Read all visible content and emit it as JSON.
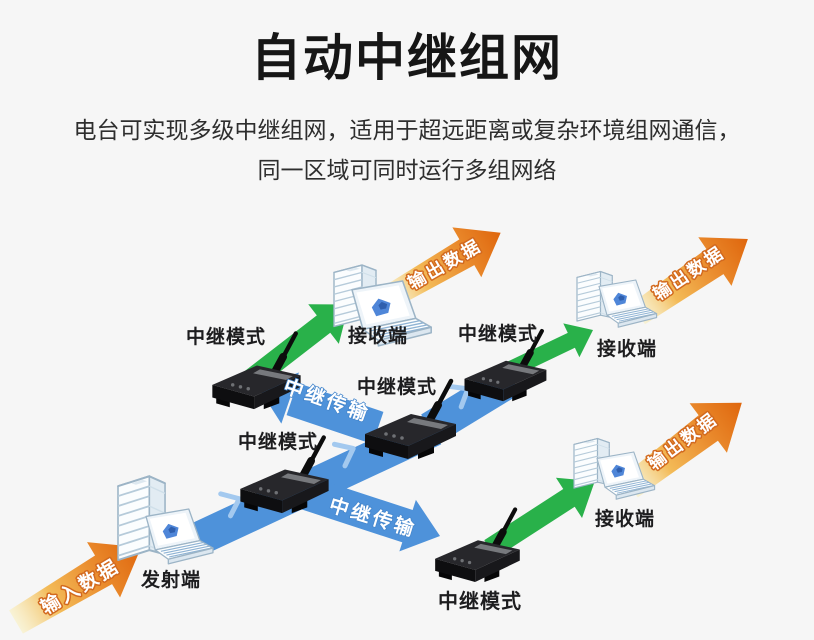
{
  "header": {
    "title": "自动中继组网",
    "subtitle_line1": "电台可实现多级中继组网，适用于超远距离或复杂环境组网通信，",
    "subtitle_line2": "同一区域可同时运行多组网络"
  },
  "diagram": {
    "colors": {
      "background": "#f6f6f6",
      "blue_band": "#4e92da",
      "blue_chevron": "#a3c9ef",
      "green_arrow": "#29b14a",
      "orange_arrow_head": "#e06a10",
      "orange_arrow_tail": "#fdf5c9",
      "label_text": "#1d1d1f",
      "arrow_text": "#ffffff"
    },
    "nodes": {
      "transmitter_label": "发射端",
      "receiver1_label": "接收端",
      "receiver2_label": "接收端",
      "receiver3_label": "接收端",
      "relay_a_label": "中继模式",
      "relay_b_label": "中继模式",
      "relay_c_label": "中继模式",
      "relay_d_label": "中继模式",
      "relay_e_label": "中继模式"
    },
    "flows": {
      "input_label": "输入数据",
      "output1_label": "输出数据",
      "output2_label": "输出数据",
      "output3_label": "输出数据",
      "relay1_label": "中继传输",
      "relay2_label": "中继传输"
    }
  }
}
